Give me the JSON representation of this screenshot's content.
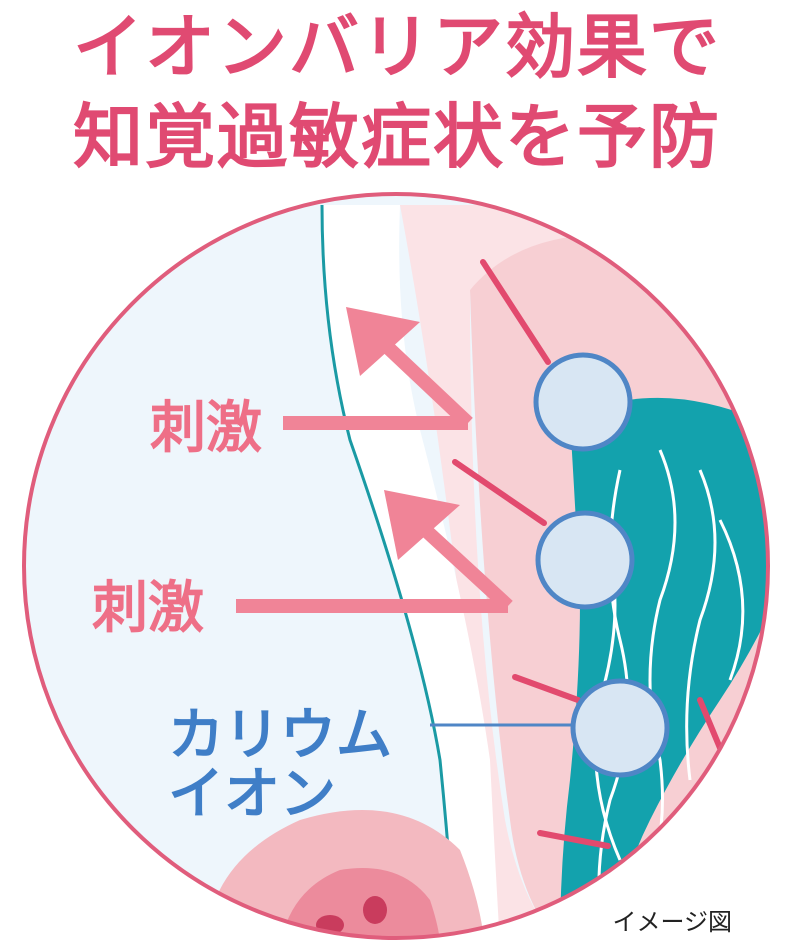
{
  "title": {
    "line1": "イオンバリア効果で",
    "line2": "知覚過敏症状を予防"
  },
  "labels": {
    "stimulus_1": "刺激",
    "stimulus_2": "刺激",
    "potassium_line1": "カリウム",
    "potassium_line2": "イオン"
  },
  "caption": "イメージ図",
  "colors": {
    "title": "#e04a72",
    "stimulus": "#ee6f87",
    "potassium": "#3f7ec7",
    "nerve": "#13a2ad",
    "gum": "#f7cfd3"
  }
}
